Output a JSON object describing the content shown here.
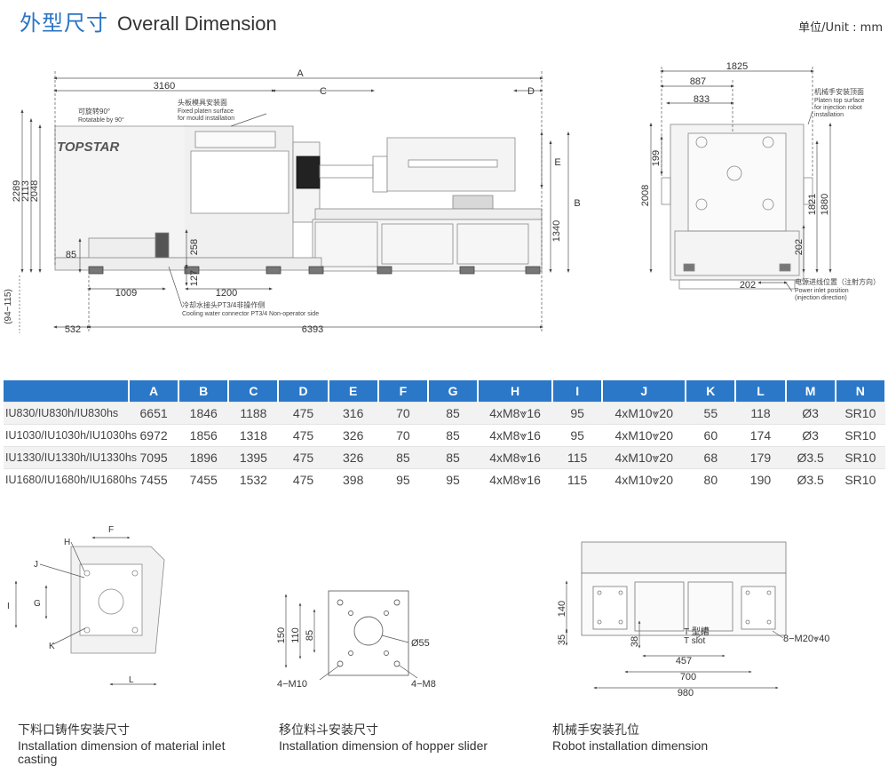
{
  "header": {
    "title_zh": "外型尺寸",
    "title_en": "Overall Dimension",
    "unit": "单位/Unit : mm"
  },
  "side_view": {
    "dims": {
      "A": "A",
      "C": "C",
      "D": "D",
      "E": "E",
      "B": "B",
      "w3160": "3160",
      "h2289": "2289",
      "h2113": "2113",
      "h2048": "2048",
      "h1340": "1340",
      "h85": "85",
      "h258": "258",
      "h127": "127",
      "w1009": "1009",
      "w1200": "1200",
      "w532": "532",
      "w6393": "6393",
      "h94": "(94~115)"
    },
    "brand": "TOPSTAR",
    "callouts": {
      "rot_zh": "可旋转90°",
      "rot_en": "Rotatable by 90°",
      "platen_zh": "头板模具安装面",
      "platen_en1": "Fixed platen surface",
      "platen_en2": "for mould installation",
      "water_zh": "冷却水接头PT3/4非操作侧",
      "water_en": "Cooling water connector PT3/4 Non-operator side"
    }
  },
  "end_view": {
    "dims": {
      "w1825": "1825",
      "w887": "887",
      "w833": "833",
      "h199": "199",
      "h2008": "2008",
      "h1821": "1821",
      "h1880": "1880",
      "h202": "202",
      "w202": "202"
    },
    "callouts": {
      "robot_zh": "机械手安装顶面",
      "robot_en1": "Platen top surface",
      "robot_en2": "for injection robot",
      "robot_en3": "installation",
      "power_zh": "电源进线位置（注射方向）",
      "power_en1": "Power inlet position",
      "power_en2": "(injection direction)"
    }
  },
  "table": {
    "headers": [
      "A",
      "B",
      "C",
      "D",
      "E",
      "F",
      "G",
      "H",
      "I",
      "J",
      "K",
      "L",
      "M",
      "N"
    ],
    "rows": [
      [
        "IU830/IU830h/IU830hs",
        "6651",
        "1846",
        "1188",
        "475",
        "316",
        "70",
        "85",
        "4xM8⩔16",
        "95",
        "4xM10⩔20",
        "55",
        "118",
        "Ø3",
        "SR10"
      ],
      [
        "IU1030/IU1030h/IU1030hs",
        "6972",
        "1856",
        "1318",
        "475",
        "326",
        "70",
        "85",
        "4xM8⩔16",
        "95",
        "4xM10⩔20",
        "60",
        "174",
        "Ø3",
        "SR10"
      ],
      [
        "IU1330/IU1330h/IU1330hs",
        "7095",
        "1896",
        "1395",
        "475",
        "326",
        "85",
        "85",
        "4xM8⩔16",
        "115",
        "4xM10⩔20",
        "68",
        "179",
        "Ø3.5",
        "SR10"
      ],
      [
        "IU1680/IU1680h/IU1680hs",
        "7455",
        "7455",
        "1532",
        "475",
        "398",
        "95",
        "95",
        "4xM8⩔16",
        "115",
        "4xM10⩔20",
        "80",
        "190",
        "Ø3.5",
        "SR10"
      ]
    ]
  },
  "inlet": {
    "labels": {
      "H": "H",
      "J": "J",
      "F": "F",
      "I": "I",
      "G": "G",
      "K": "K",
      "L": "L"
    },
    "caption_zh": "下料口铸件安装尺寸",
    "caption_en": "Installation dimension of material inlet casting"
  },
  "hopper": {
    "labels": {
      "h150": "150",
      "h110": "110",
      "h85": "85",
      "d55": "Ø55",
      "m10": "4−M10",
      "m8": "4−M8"
    },
    "caption_zh": "移位料斗安装尺寸",
    "caption_en": "Installation dimension of hopper slider"
  },
  "robot": {
    "labels": {
      "h140": "140",
      "h35": "35",
      "h38": "38",
      "tslot_zh": "T 型槽",
      "tslot_en": "T slot",
      "m20": "8−M20⩔40",
      "w457": "457",
      "w700": "700",
      "w980": "980"
    },
    "caption_zh": "机械手安装孔位",
    "caption_en": "Robot installation dimension"
  }
}
